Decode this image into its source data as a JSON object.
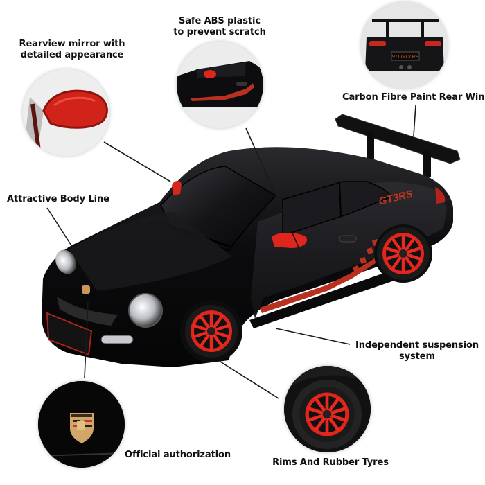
{
  "product": {
    "subject": "black sports car model with red rims",
    "decal_text": "GT3RS",
    "rear_plate_text": "911 GT3 RS",
    "badge": "PORSCHE crest"
  },
  "colors": {
    "body": "#0b0b0d",
    "accent_red": "#e0251c",
    "stripe_red": "#b8301f",
    "line": "#1a1a1a",
    "label_text": "#111111",
    "background": "#ffffff"
  },
  "callouts": [
    {
      "id": "rearview-mirror",
      "label_lines": [
        "Rearview mirror with",
        "detailed appearance"
      ],
      "inset": "red side mirror close-up"
    },
    {
      "id": "abs-plastic",
      "label_lines": [
        "Safe ABS plastic",
        "to prevent scratch"
      ],
      "inset": "side door with red checkered stripe"
    },
    {
      "id": "rear-wing",
      "label_lines": [
        "Carbon Fibre Paint Rear Wing"
      ],
      "inset": "rear view with 911 GT3 RS plate"
    },
    {
      "id": "body-line",
      "label_lines": [
        "Attractive Body Line"
      ],
      "inset": null
    },
    {
      "id": "suspension",
      "label_lines": [
        "Independent suspension",
        "system"
      ],
      "inset": null
    },
    {
      "id": "authorization",
      "label_lines": [
        "Official authorization"
      ],
      "inset": "hood crest emblem"
    },
    {
      "id": "rims-tyres",
      "label_lines": [
        "Rims And Rubber Tyres"
      ],
      "inset": "red ten-spoke rim with black tyre"
    }
  ]
}
